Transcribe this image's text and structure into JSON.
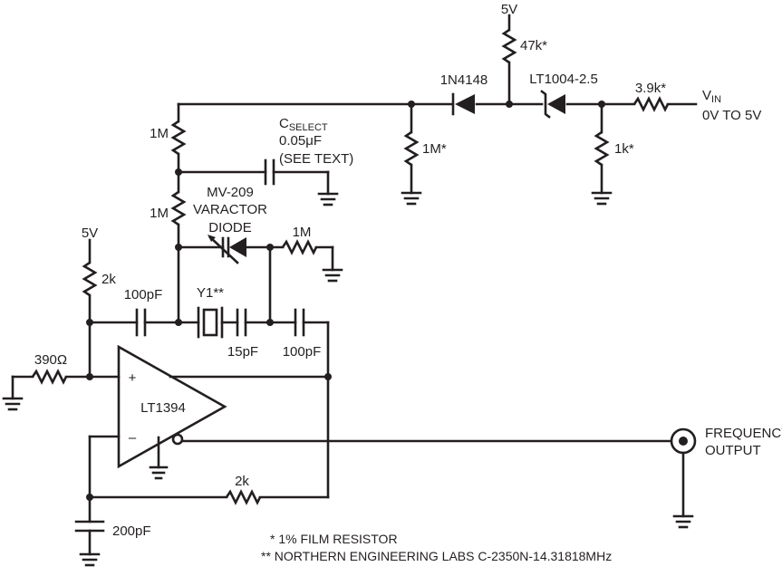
{
  "labels": {
    "supply_top": "5V",
    "r_47k": "47k*",
    "diode_1n4148": "1N4148",
    "ref_lt1004": "LT1004-2.5",
    "r_3_9k": "3.9k*",
    "vin_main": "V",
    "vin_sub": "IN",
    "vin_range": "0V TO 5V",
    "r_1m_top": "1M",
    "c_select_main": "C",
    "c_select_sub": "SELECT",
    "c_select_value": "0.05μF",
    "c_select_note": "(SEE TEXT)",
    "r_1m_star": "1M*",
    "r_1k_star": "1k*",
    "r_1m_mid": "1M",
    "varactor_line1": "MV-209",
    "varactor_line2": "VARACTOR",
    "varactor_line3": "DIODE",
    "r_1m_right": "1M",
    "supply_left": "5V",
    "r_2k_top": "2k",
    "c_100pf_left": "100pF",
    "crystal": "Y1**",
    "c_15pf": "15pF",
    "c_100pf_right": "100pF",
    "r_390": "390Ω",
    "opamp": "LT1394",
    "opamp_plus": "+",
    "opamp_minus": "–",
    "r_2k_bottom": "2k",
    "c_200pf": "200pF",
    "output_line1": "FREQUENCY",
    "output_line2": "OUTPUT",
    "note1": "* 1% FILM RESISTOR",
    "note2": "** NORTHERN ENGINEERING LABS C-2350N-14.31818MHz"
  }
}
